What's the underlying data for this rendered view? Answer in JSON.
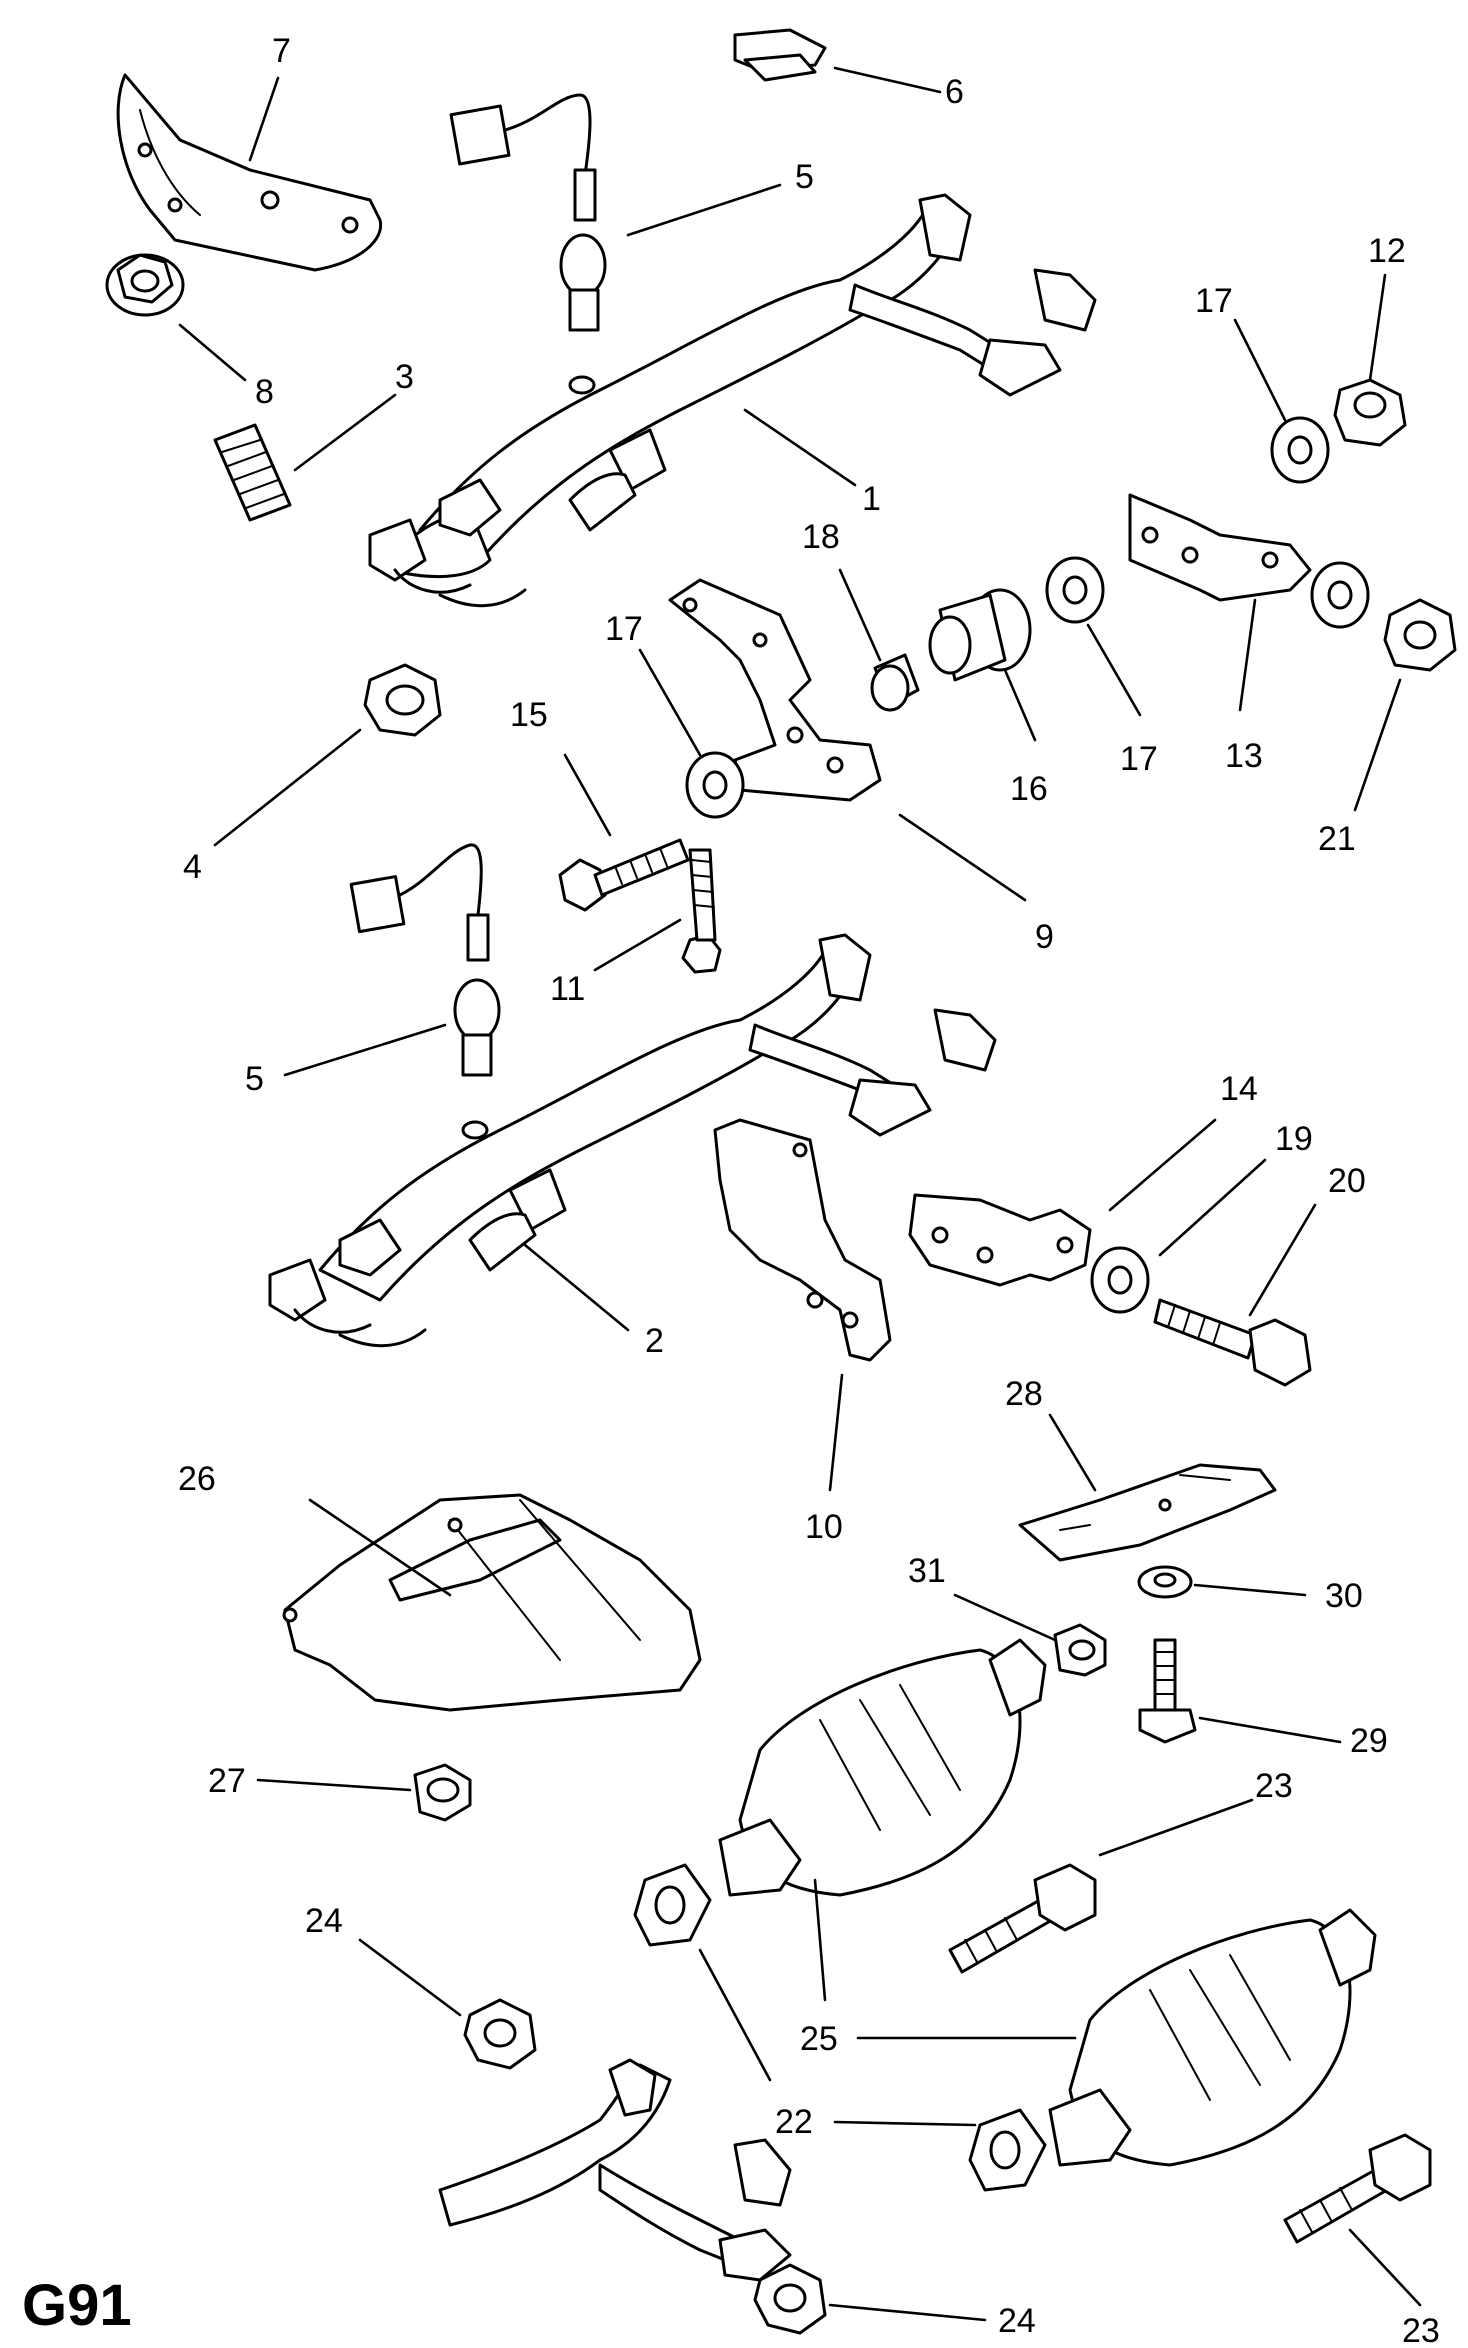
{
  "diagram_code": "G91",
  "callouts": {
    "c1": "1",
    "c2": "2",
    "c3": "3",
    "c4": "4",
    "c5a": "5",
    "c5b": "5",
    "c6": "6",
    "c7": "7",
    "c8": "8",
    "c9": "9",
    "c10": "10",
    "c11": "11",
    "c12": "12",
    "c13": "13",
    "c14": "14",
    "c15": "15",
    "c16": "16",
    "c17a": "17",
    "c17b": "17",
    "c17c": "17",
    "c18": "18",
    "c19": "19",
    "c20": "20",
    "c21": "21",
    "c22": "22",
    "c23a": "23",
    "c23b": "23",
    "c24a": "24",
    "c24b": "24",
    "c25": "25",
    "c26": "26",
    "c27": "27",
    "c28": "28",
    "c29": "29",
    "c30": "30",
    "c31": "31"
  },
  "colors": {
    "line": "#000000",
    "background": "#ffffff"
  }
}
